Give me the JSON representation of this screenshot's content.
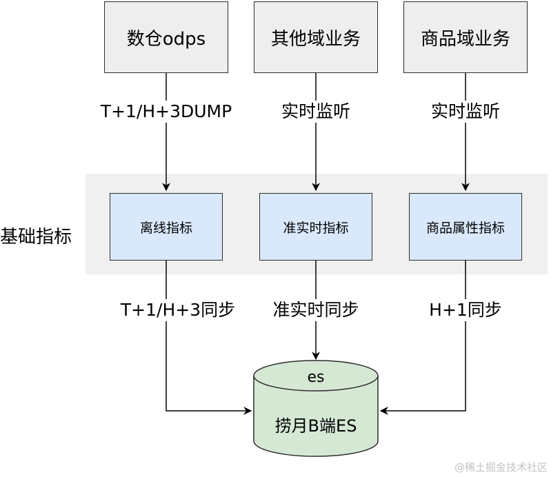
{
  "sources": [
    {
      "label": "数仓odps"
    },
    {
      "label": "其他域业务"
    },
    {
      "label": "商品域业务"
    }
  ],
  "source_edges": [
    {
      "label": "T+1/H+3DUMP"
    },
    {
      "label": "实时监听"
    },
    {
      "label": "实时监听"
    }
  ],
  "group_label": "基础指标",
  "metrics": [
    {
      "label": "离线指标"
    },
    {
      "label": "准实时指标"
    },
    {
      "label": "商品属性指标"
    }
  ],
  "sync_edges": [
    {
      "label": "T+1/H+3同步"
    },
    {
      "label": "准实时同步"
    },
    {
      "label": "H+1同步"
    }
  ],
  "database": {
    "top_label": "es",
    "name": "捞月B端ES",
    "fill": "#d5e8d4"
  },
  "colors": {
    "source_fill": "#eeeeee",
    "metric_fill": "#dae8fc",
    "group_band": "#f0f0f0",
    "line": "#000000"
  },
  "watermark": "@稀土掘金技术社区"
}
